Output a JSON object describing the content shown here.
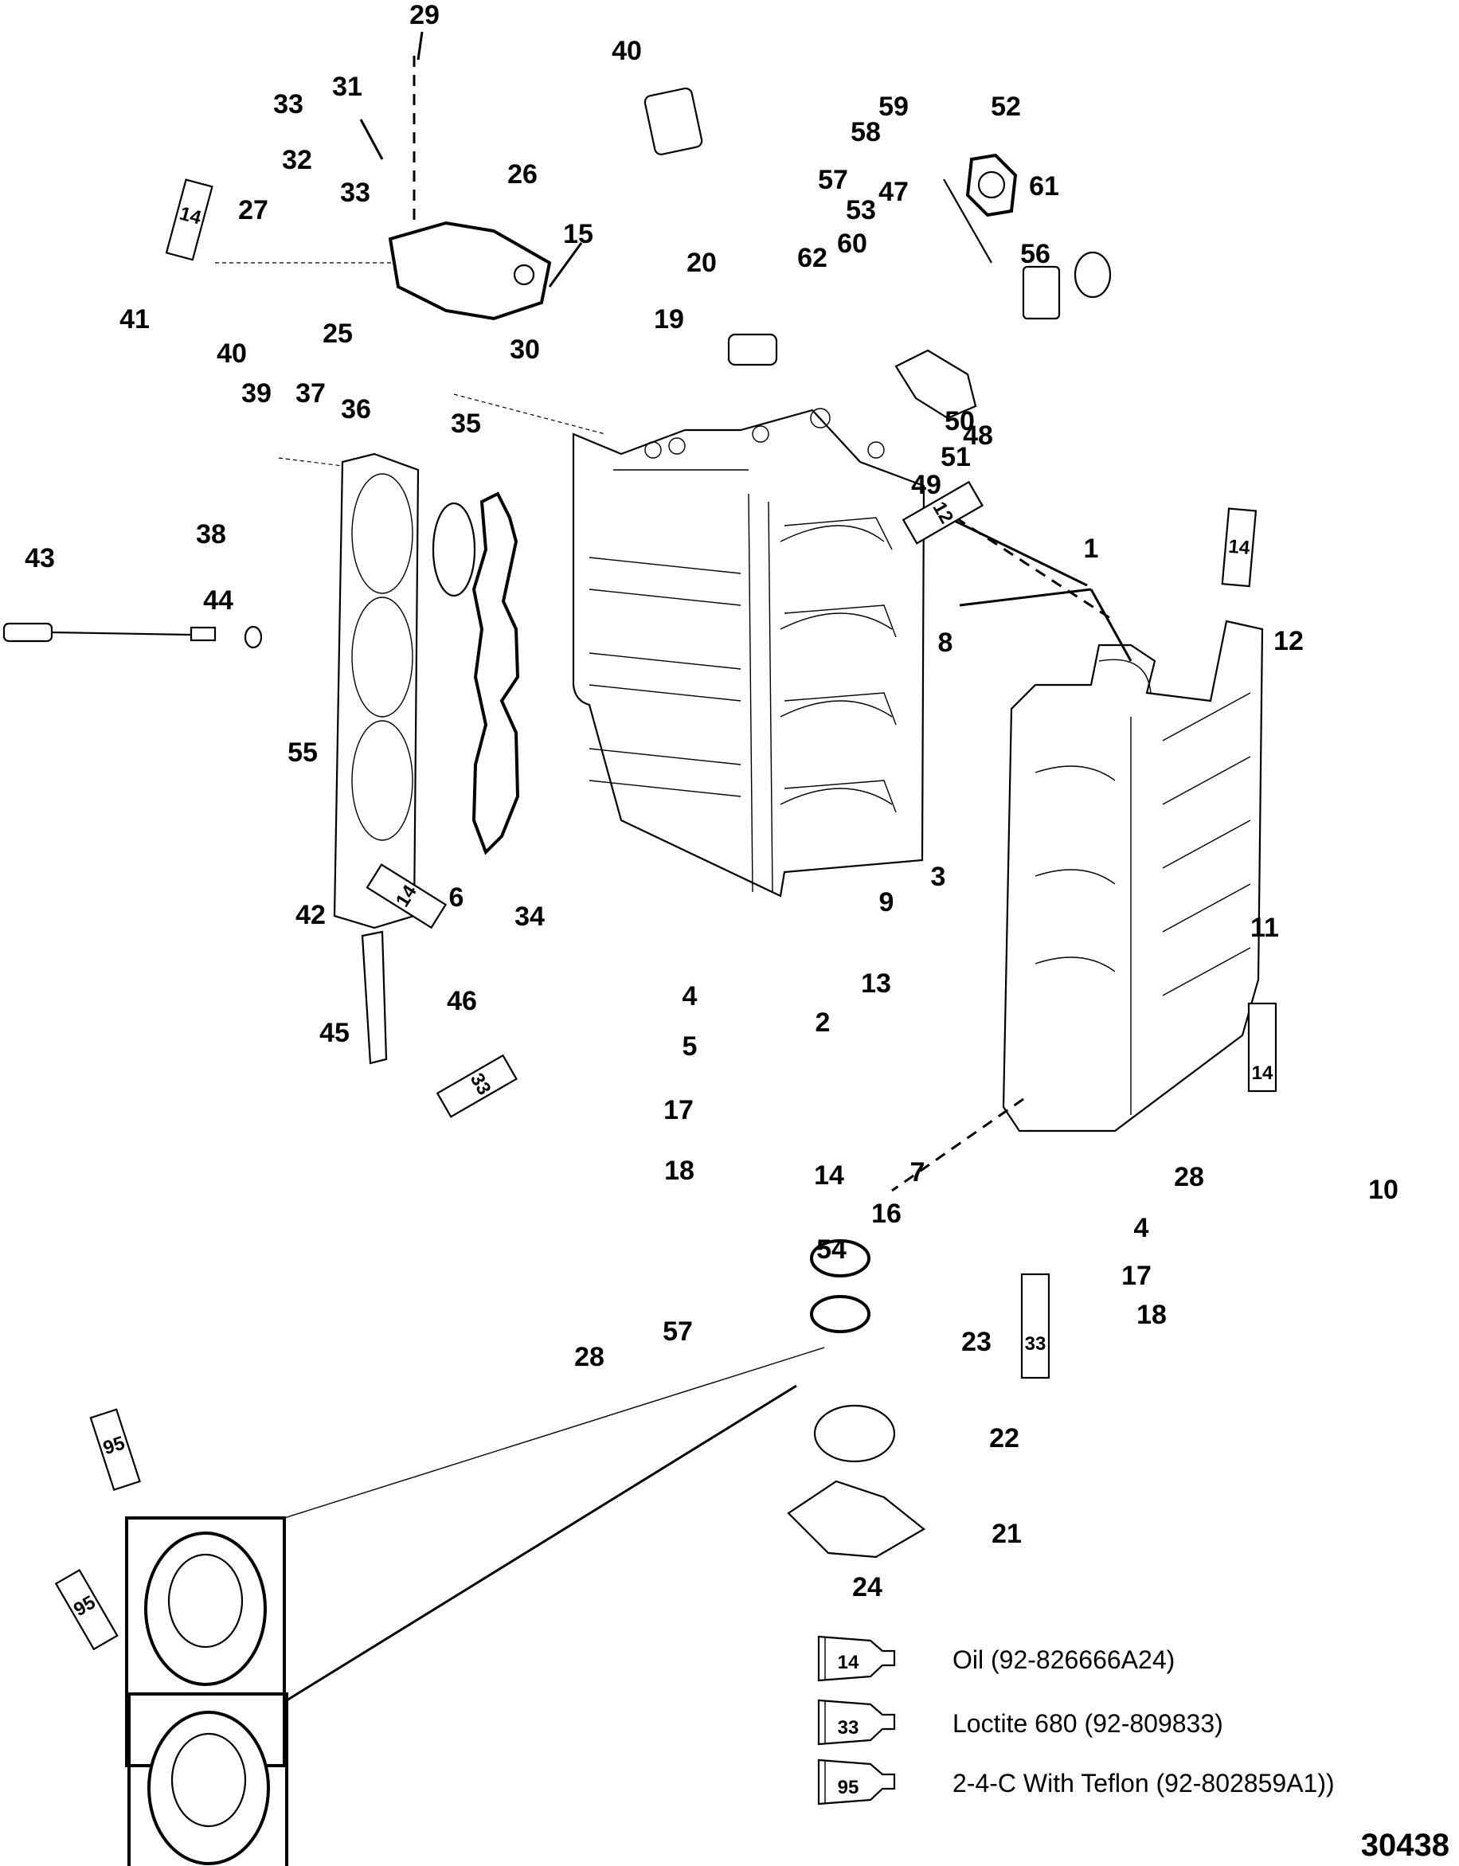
{
  "diagram": {
    "title": "Cylinder Block and Crankcase exploded parts view",
    "figure_number": "30438",
    "callouts": {
      "c1": "1",
      "c2": "2",
      "c3": "3",
      "c4a": "4",
      "c4b": "4",
      "c5": "5",
      "c6": "6",
      "c7": "7",
      "c8": "8",
      "c9": "9",
      "c10": "10",
      "c11": "11",
      "c12a": "12",
      "c13": "13",
      "c14": "14",
      "c15": "15",
      "c16": "16",
      "c17a": "17",
      "c17b": "17",
      "c18a": "18",
      "c18b": "18",
      "c19": "19",
      "c20": "20",
      "c21": "21",
      "c22": "22",
      "c23": "23",
      "c24": "24",
      "c25": "25",
      "c26": "26",
      "c27": "27",
      "c28a": "28",
      "c28b": "28",
      "c29": "29",
      "c30": "30",
      "c31": "31",
      "c32": "32",
      "c33a": "33",
      "c33b": "33",
      "c34": "34",
      "c35": "35",
      "c36": "36",
      "c37": "37",
      "c38": "38",
      "c39": "39",
      "c40a": "40",
      "c40b": "40",
      "c41": "41",
      "c42": "42",
      "c43": "43",
      "c44": "44",
      "c45": "45",
      "c46": "46",
      "c47": "47",
      "c48": "48",
      "c49": "49",
      "c50": "50",
      "c51": "51",
      "c52": "52",
      "c53": "53",
      "c54": "54",
      "c55": "55",
      "c56": "56",
      "c57a": "57",
      "c57b": "57",
      "c58": "58",
      "c59": "59",
      "c60": "60",
      "c61": "61",
      "c62": "62"
    },
    "tube_labels": {
      "t14a": "14",
      "t14b": "14",
      "t14c": "14",
      "t14d": "14",
      "t12": "12",
      "t33a": "33",
      "t33b": "33",
      "t95a": "95",
      "t95b": "95"
    }
  },
  "legend": {
    "items": [
      {
        "code": "14",
        "text": "Oil (92-826666A24)"
      },
      {
        "code": "33",
        "text": "Loctite 680 (92-809833)"
      },
      {
        "code": "95",
        "text": "2-4-C With Teflon (92-802859A1))"
      }
    ]
  }
}
